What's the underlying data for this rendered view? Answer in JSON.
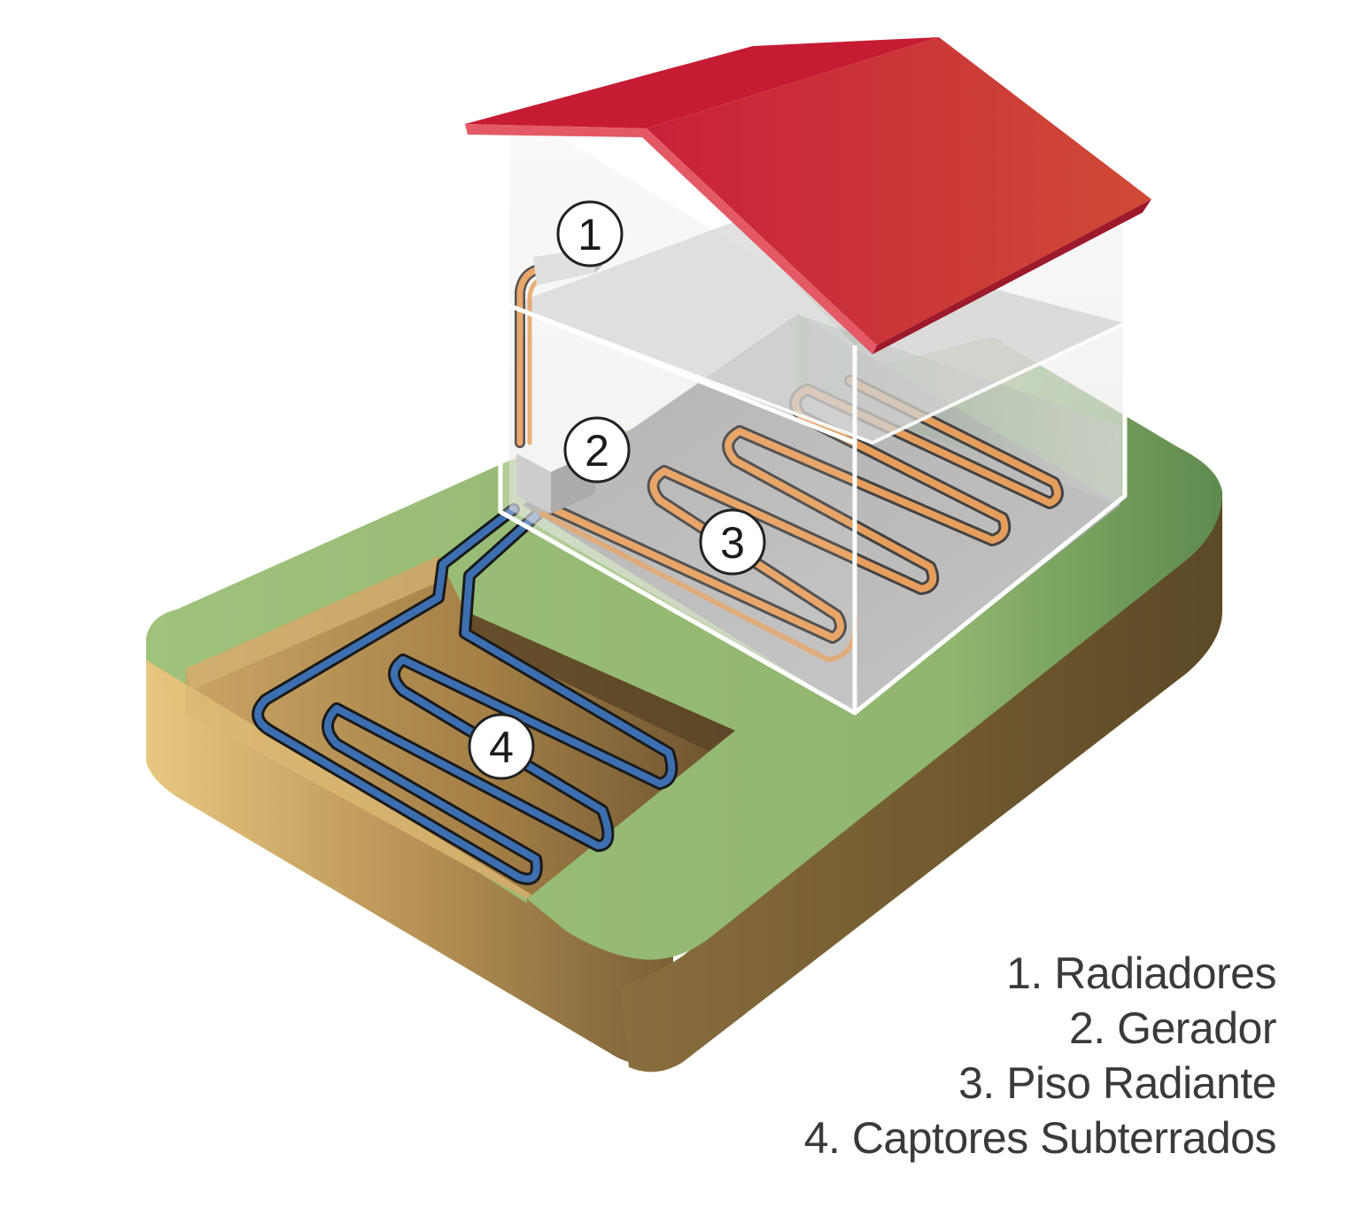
{
  "markers": [
    {
      "id": "1",
      "label": "1"
    },
    {
      "id": "2",
      "label": "2"
    },
    {
      "id": "3",
      "label": "3"
    },
    {
      "id": "4",
      "label": "4"
    }
  ],
  "legend": {
    "items": [
      {
        "number": "1.",
        "text": "Radiadores"
      },
      {
        "number": "2.",
        "text": "Gerador"
      },
      {
        "number": "3.",
        "text": "Piso Radiante"
      },
      {
        "number": "4.",
        "text": "Captores Subterrados"
      }
    ]
  },
  "colors": {
    "roof": "#c8203a",
    "roof_side": "#d24a3a",
    "grass": "#9dc07a",
    "soil": "#b98f55",
    "ground_loop": "#3d6fb0",
    "floor_loop": "#e0893a",
    "glass_wall": "#e6e6e6"
  }
}
